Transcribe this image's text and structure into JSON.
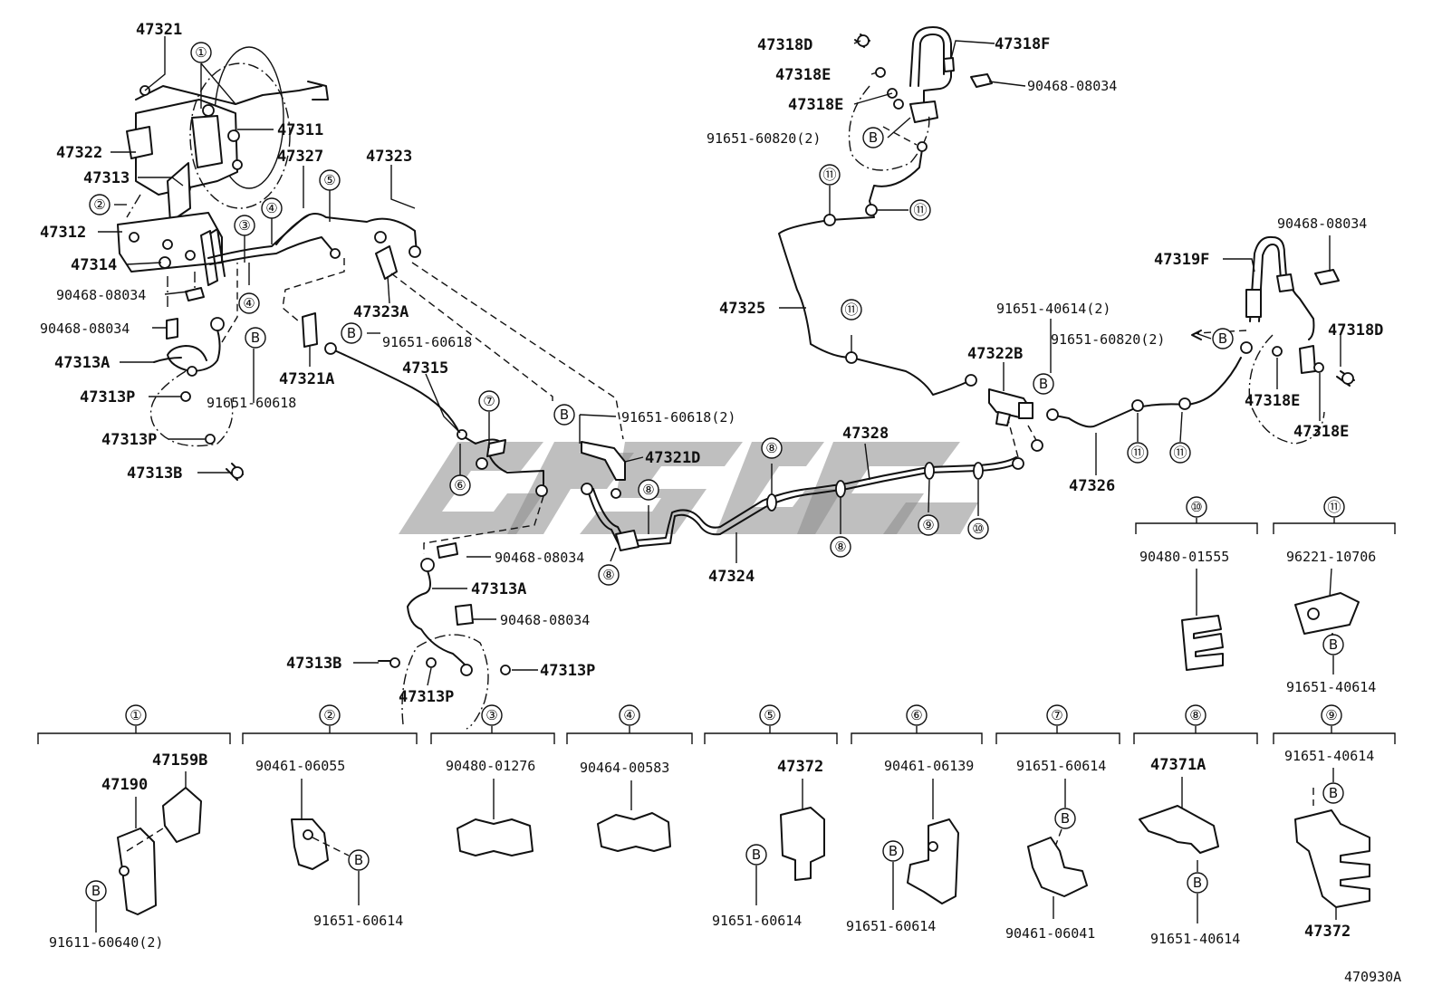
{
  "callouts": {
    "p47321": "47321",
    "p47311": "47311",
    "p47322": "47322",
    "p47313": "47313",
    "p47327": "47327",
    "p47323": "47323",
    "p47312": "47312",
    "p47314": "47314",
    "p90468_08034_a": "90468-08034",
    "p90468_08034_b": "90468-08034",
    "p47313A_a": "47313A",
    "p47313P_a": "47313P",
    "p47313P_b": "47313P",
    "p47313B_a": "47313B",
    "p47323A": "47323A",
    "p91651_60618_a": "91651-60618",
    "p47321A": "47321A",
    "p91651_60618_b": "91651-60618",
    "p47315": "47315",
    "p91651_60618_2": "91651-60618(2)",
    "p47321D": "47321D",
    "p90468_08034_c": "90468-08034",
    "p47313A_b": "47313A",
    "p90468_08034_d": "90468-08034",
    "p47313B_b": "47313B",
    "p47313P_c": "47313P",
    "p47313P_d": "47313P",
    "p47324": "47324",
    "p47328": "47328",
    "p47318D_a": "47318D",
    "p47318F": "47318F",
    "p47318E_a": "47318E",
    "p90468_08034_e": "90468-08034",
    "p47318E_b": "47318E",
    "p91651_60820_a": "91651-60820(2)",
    "p47325": "47325",
    "p90468_08034_f": "90468-08034",
    "p47319F": "47319F",
    "p91651_40614_2": "91651-40614(2)",
    "p91651_60820_b": "91651-60820(2)",
    "p47318D_b": "47318D",
    "p47322B": "47322B",
    "p47318E_c": "47318E",
    "p47318E_d": "47318E",
    "p47326": "47326"
  },
  "refs": {
    "r1": "①",
    "r2": "②",
    "r3": "③",
    "r4": "④",
    "r5": "⑤",
    "r6": "⑥",
    "r7": "⑦",
    "r8": "⑧",
    "r9": "⑨",
    "r10": "⑩",
    "r11": "⑪",
    "b": "B"
  },
  "insets": {
    "g10": {
      "part": "90480-01555"
    },
    "g11": {
      "part": "96221-10706",
      "bolt": "91651-40614"
    },
    "g1": {
      "part_a": "47159B",
      "part_b": "47190",
      "bolt": "91611-60640(2)"
    },
    "g2": {
      "part": "90461-06055",
      "bolt": "91651-60614"
    },
    "g3": {
      "part": "90480-01276"
    },
    "g4": {
      "part": "90464-00583"
    },
    "g5": {
      "part": "47372",
      "bolt": "91651-60614"
    },
    "g6": {
      "part": "90461-06139",
      "bolt": "91651-60614"
    },
    "g7": {
      "part": "90461-06041",
      "bolt": "91651-60614"
    },
    "g8": {
      "part": "47371A",
      "bolt": "91651-40614"
    },
    "g9": {
      "part": "47372",
      "bolt": "91651-40614"
    }
  },
  "figure_code": "470930A",
  "colors": {
    "line": "#111111",
    "background": "#ffffff",
    "watermark": "#8a8a8a"
  }
}
